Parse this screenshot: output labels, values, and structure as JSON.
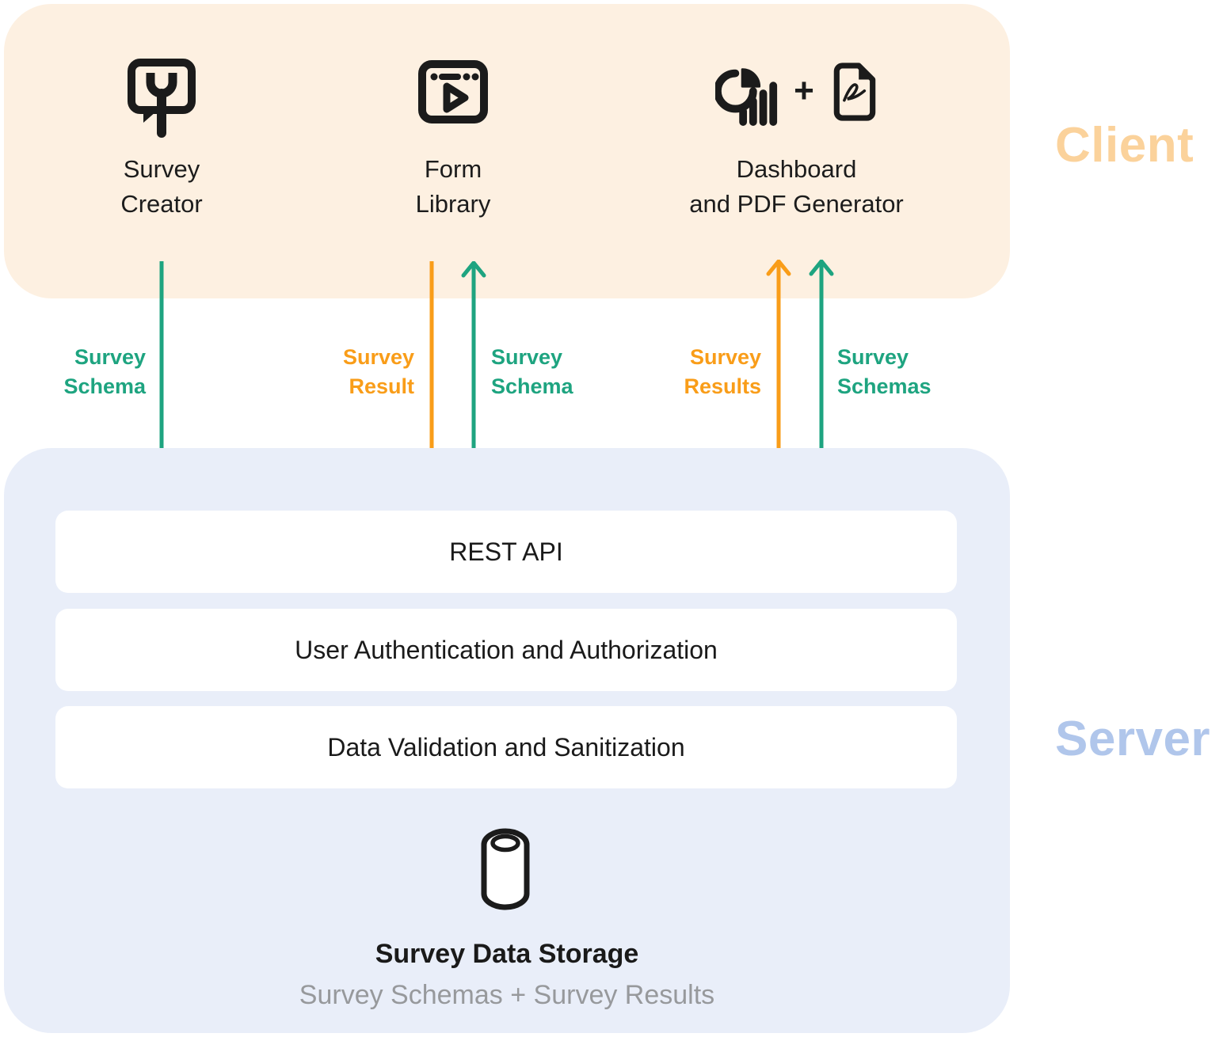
{
  "client": {
    "label": "Client",
    "components": [
      {
        "line1": "Survey",
        "line2": "Creator",
        "icon": "survey-creator-icon"
      },
      {
        "line1": "Form",
        "line2": "Library",
        "icon": "form-library-icon"
      },
      {
        "line1": "Dashboard",
        "line2": "and PDF Generator",
        "icon": "dashboard-chart-icon + pdf-file-icon",
        "plus": "+"
      }
    ]
  },
  "arrows": [
    {
      "line1": "Survey",
      "line2": "Schema",
      "color": "#1ea480",
      "direction": "down",
      "from": "Survey Creator",
      "to": "Server"
    },
    {
      "line1": "Survey",
      "line2": "Result",
      "color": "#f99d19",
      "direction": "down",
      "from": "Form Library",
      "to": "Server"
    },
    {
      "line1": "Survey",
      "line2": "Schema",
      "color": "#1ea480",
      "direction": "up",
      "from": "Server",
      "to": "Form Library"
    },
    {
      "line1": "Survey",
      "line2": "Results",
      "color": "#f99d19",
      "direction": "up",
      "from": "Server",
      "to": "Dashboard and PDF Generator"
    },
    {
      "line1": "Survey",
      "line2": "Schemas",
      "color": "#1ea480",
      "direction": "up",
      "from": "Server",
      "to": "Dashboard and PDF Generator"
    }
  ],
  "server": {
    "label": "Server",
    "layers": [
      "REST API",
      "User Authentication and Authorization",
      "Data Validation and Sanitization"
    ],
    "storage": {
      "title": "Survey Data Storage",
      "subtitle": "Survey Schemas + Survey Results",
      "icon": "database-icon"
    }
  },
  "colors": {
    "client_background": "#fdf0e1",
    "client_label": "#fbd29b",
    "server_background": "#e9eef9",
    "server_label": "#b0c6eb",
    "arrow_green": "#1ea480",
    "arrow_orange": "#f99d19",
    "icon_ink": "#1b1b1b",
    "subtitle_grey": "#97999c"
  }
}
